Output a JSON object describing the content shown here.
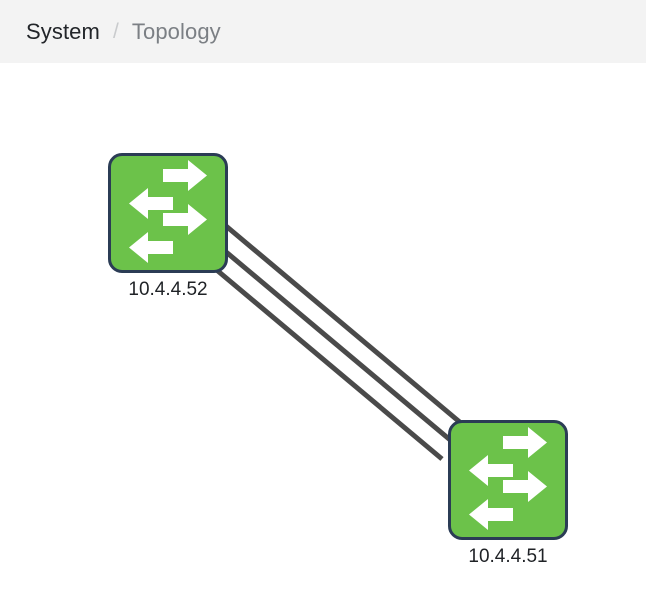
{
  "header": {
    "breadcrumb": {
      "root_label": "System",
      "separator": "/",
      "current_label": "Topology"
    }
  },
  "topology": {
    "node_icon_name": "network-switch-icon",
    "colors": {
      "node_fill": "#6cc24a",
      "node_border": "#2b3c55",
      "link_stroke": "#4a4a4a",
      "header_background": "#f3f3f3",
      "canvas_background": "#ffffff",
      "breadcrumb_root_text": "#222529",
      "breadcrumb_current_text": "#7b7f84",
      "breadcrumb_separator": "#c9cbcd",
      "node_label_text": "#1f2226"
    },
    "nodes": [
      {
        "id": "node-top",
        "label": "10.4.4.52"
      },
      {
        "id": "node-bottom",
        "label": "10.4.4.51"
      }
    ],
    "links": [
      {
        "from": "10.4.4.52",
        "to": "10.4.4.51"
      },
      {
        "from": "10.4.4.52",
        "to": "10.4.4.51"
      },
      {
        "from": "10.4.4.52",
        "to": "10.4.4.51"
      }
    ],
    "link_count": 3
  }
}
